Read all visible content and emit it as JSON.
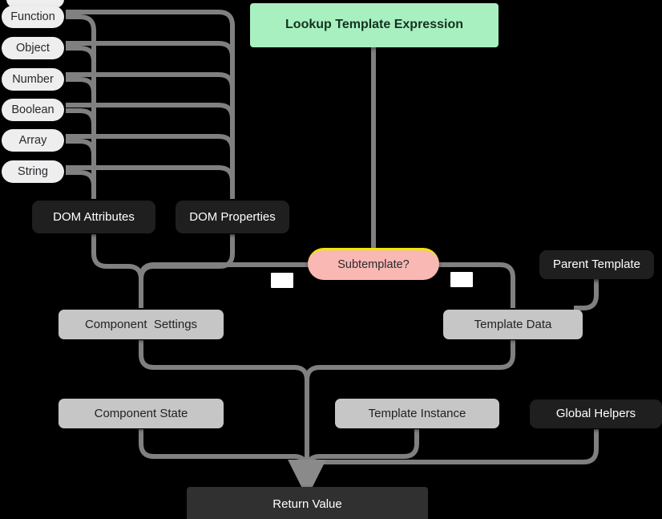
{
  "diagram": {
    "title": "Lookup Template Expression",
    "background": "#000000",
    "colors": {
      "pill": "#eeeeee",
      "dark": "#1f1f1f",
      "grey": "#c6c6c6",
      "green": "#a8f0c0",
      "pink": "#f9b8b4",
      "pink_accent": "#f2e600",
      "wire": "#808080",
      "return_bar": "#303030"
    },
    "nodes": {
      "header": {
        "label": "Lookup Template Expression",
        "kind": "green"
      },
      "types": [
        {
          "label": "",
          "kind": "pill"
        },
        {
          "label": "Function",
          "kind": "pill"
        },
        {
          "label": "Object",
          "kind": "pill"
        },
        {
          "label": "Number",
          "kind": "pill"
        },
        {
          "label": "Boolean",
          "kind": "pill"
        },
        {
          "label": "Array",
          "kind": "pill"
        },
        {
          "label": "String",
          "kind": "pill"
        }
      ],
      "dom_attributes": {
        "label": "DOM Attributes",
        "kind": "dark"
      },
      "dom_properties": {
        "label": "DOM Properties",
        "kind": "dark"
      },
      "subtemplate": {
        "label": "Subtemplate?",
        "kind": "pink"
      },
      "parent_template": {
        "label": "Parent Template",
        "kind": "dark"
      },
      "component_settings": {
        "label": "Component  Settings",
        "kind": "grey"
      },
      "template_data": {
        "label": "Template Data",
        "kind": "grey"
      },
      "component_state": {
        "label": "Component State",
        "kind": "grey"
      },
      "template_instance": {
        "label": "Template Instance",
        "kind": "grey"
      },
      "global_helpers": {
        "label": "Global Helpers",
        "kind": "dark"
      },
      "return_value": {
        "label": "Return Value",
        "kind": "returnbar"
      }
    },
    "edge_labels": {
      "subtemplate_no": "",
      "subtemplate_yes": ""
    }
  }
}
